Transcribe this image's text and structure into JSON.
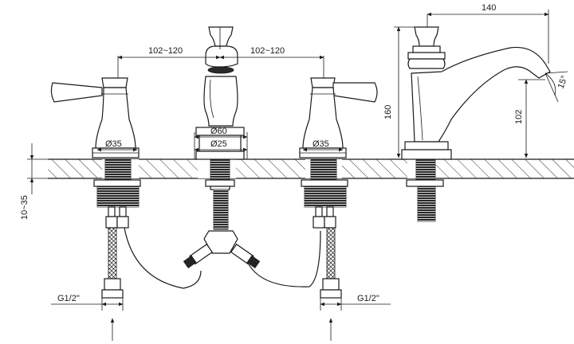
{
  "dimensions": {
    "top_width": "140",
    "spread_left": "102~120",
    "spread_right": "102~120",
    "height_total": "160",
    "spout_height": "102",
    "spout_angle": "15°",
    "diameter_60": "Ø60",
    "diameter_25": "Ø25",
    "handle_left_dia": "Ø35",
    "handle_right_dia": "Ø35",
    "deck_range": "10~35",
    "thread_left": "G1/2\"",
    "thread_right": "G1/2\""
  },
  "colors": {
    "line": "#1a1a1a",
    "background": "#ffffff"
  },
  "icons": [
    "hatched-deck",
    "braided-hose",
    "arrow-up-icon"
  ]
}
